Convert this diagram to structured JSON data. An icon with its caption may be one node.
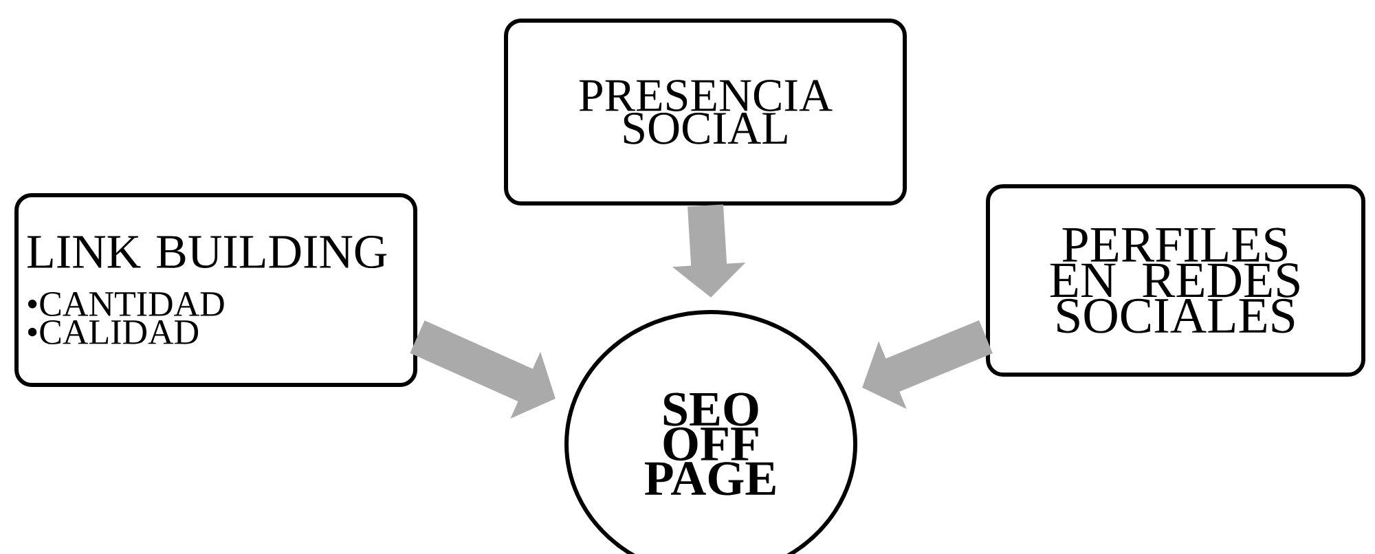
{
  "diagram": {
    "nodes": [
      {
        "text": [
          "LINK BUILDING",
          "•CANTIDAD",
          "•CALIDAD"
        ]
      },
      {
        "text": [
          "PRESENCIA SOCIAL"
        ]
      },
      {
        "text": [
          "PERFILES EN REDES SOCIALES"
        ]
      },
      {
        "text": [
          "SEO OFF PAGE"
        ]
      }
    ],
    "edges": [
      {
        "from": 0,
        "to": 3,
        "arrow": "to"
      },
      {
        "from": 1,
        "to": 3,
        "arrow": "to"
      },
      {
        "from": 2,
        "to": 3,
        "arrow": "to"
      }
    ]
  }
}
